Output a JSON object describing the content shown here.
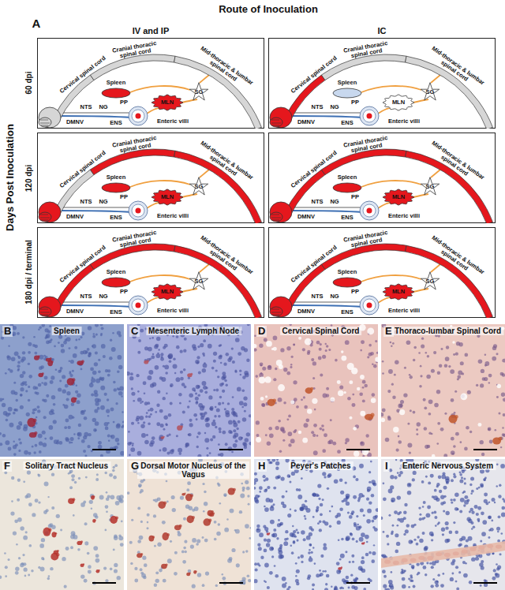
{
  "diagram": {
    "title": "Route of Inoculation",
    "nodes": [
      {
        "text": [
          "Cervical spinal cord",
          "Cranial thoracic spinal cord",
          "Mid-thoracic & lumbar spinal cord",
          "Spleen",
          "NTS",
          "NG",
          "DMNV",
          "PP",
          "MLN",
          "SG",
          "ENS",
          "Enteric villi"
        ]
      },
      {
        "text": [
          "Cervical spinal cord",
          "Cranial thoracic spinal cord",
          "Mid-thoracic & lumbar spinal cord",
          "Spleen",
          "NTS",
          "NG",
          "DMNV",
          "PP",
          "MLN",
          "SG",
          "ENS",
          "Enteric villi"
        ]
      },
      {
        "text": [
          "Cervical spinal cord",
          "Cranial thoracic spinal cord",
          "Mid-thoracic & lumbar spinal cord",
          "Spleen",
          "NTS",
          "NG",
          "DMNV",
          "PP",
          "MLN",
          "SG",
          "ENS",
          "Enteric villi"
        ]
      },
      {
        "text": [
          "Cervical spinal cord",
          "Cranial thoracic spinal cord",
          "Mid-thoracic & lumbar spinal cord",
          "Spleen",
          "NTS",
          "NG",
          "DMNV",
          "PP",
          "MLN",
          "SG",
          "ENS",
          "Enteric villi"
        ]
      },
      {
        "text": [
          "Cervical spinal cord",
          "Cranial thoracic spinal cord",
          "Mid-thoracic & lumbar spinal cord",
          "Spleen",
          "NTS",
          "NG",
          "DMNV",
          "PP",
          "MLN",
          "SG",
          "ENS",
          "Enteric villi"
        ]
      },
      {
        "text": [
          "Cervical spinal cord",
          "Cranial thoracic spinal cord",
          "Mid-thoracic & lumbar spinal cord",
          "Spleen",
          "NTS",
          "NG",
          "DMNV",
          "PP",
          "MLN",
          "SG",
          "ENS",
          "Enteric villi"
        ]
      },
      {
        "text": [
          "Spleen",
          "B"
        ]
      },
      {
        "text": [
          "Mesenteric Lymph Node",
          "C"
        ]
      },
      {
        "text": [
          "Cervical Spinal Cord",
          "D"
        ]
      },
      {
        "text": [
          "Thoraco-lumbar Spinal Cord",
          "E"
        ]
      },
      {
        "text": [
          "Solitary Tract Nucleus",
          "F"
        ]
      },
      {
        "text": [
          "Dorsal Motor Nucleus of the Vagus",
          "G"
        ]
      },
      {
        "text": [
          "Peyer's Patches",
          "H"
        ]
      },
      {
        "text": [
          "Enteric Nervous System",
          "I"
        ]
      }
    ],
    "labels": [
      "A",
      "IV and IP",
      "IC",
      "Days Post Inoculation",
      "60 dpi",
      "120 dpi",
      "180 dpi / terminal"
    ]
  }
}
